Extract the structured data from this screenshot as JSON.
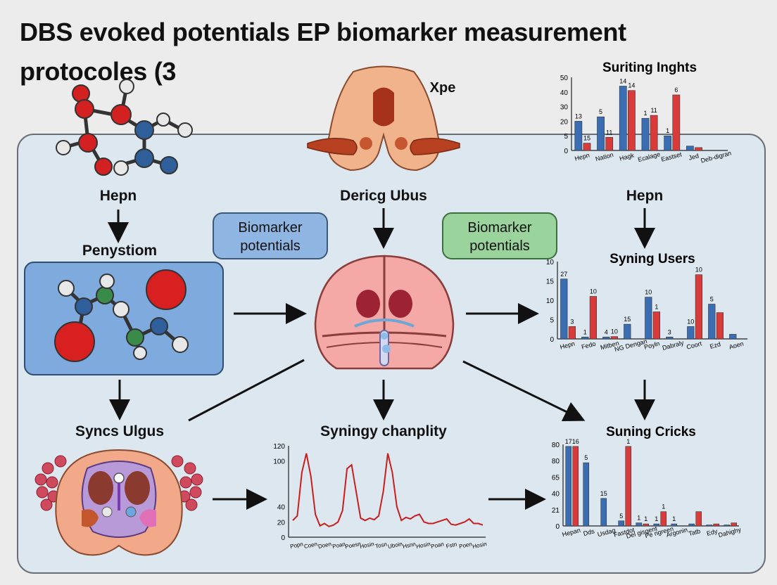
{
  "title": "DBS evoked potentials EP biomarker measurement protocoles (3",
  "labels": {
    "top_center": "Xpe",
    "hepn_left": "Hepn",
    "penystiom": "Penystiom",
    "deric_ubus": "Dericg Ubus",
    "hepn_right": "Hepn",
    "syncs_ulgus": "Syncs Ulgus",
    "syningy": "Syningy chanplity"
  },
  "pills": {
    "blue": {
      "line1": "Biomarker",
      "line2": "potentials",
      "color": "#8fb6e2"
    },
    "green": {
      "line1": "Biomarker",
      "line2": "potentials",
      "color": "#9ad39c"
    }
  },
  "colors": {
    "blue": "#3b6db3",
    "red": "#d93a3a",
    "line": "#c81e1e"
  },
  "chart_data": [
    {
      "type": "bar",
      "title": "Suriting Inghts",
      "ylim": [
        0,
        50
      ],
      "yticks": [
        0,
        5,
        20,
        30,
        40,
        50
      ],
      "categories": [
        "Hepn",
        "Nation",
        "Hagk",
        "Ecalage",
        "Eastset",
        "Jed",
        "Deb-digran"
      ],
      "series": [
        {
          "values": [
            20,
            23,
            44,
            22,
            10,
            3,
            0
          ],
          "color": "#3b6db3"
        },
        {
          "values": [
            5,
            9,
            41,
            24,
            38,
            2,
            0
          ],
          "color": "#d93a3a"
        }
      ],
      "bar_labels": [
        "13",
        "15",
        "5",
        "11",
        "14",
        "14",
        "1",
        "11",
        "1",
        "6"
      ]
    },
    {
      "type": "bar",
      "title": "Syning Users",
      "ylim": [
        0,
        20
      ],
      "yticks": [
        0,
        5,
        10,
        15,
        10
      ],
      "categories": [
        "Hepn",
        "Fedo",
        "Mitben",
        "NG Dengan",
        "Poyln",
        "Dabraly",
        "Coort",
        "Ezd",
        "Aoen"
      ],
      "series": [
        {
          "values": [
            15.5,
            0.5,
            0.5,
            3.8,
            10.8,
            0.5,
            3.2,
            9,
            1.2
          ],
          "color": "#3b6db3"
        },
        {
          "values": [
            3.2,
            11,
            0.6,
            0,
            7,
            0,
            16.6,
            6.8,
            0
          ],
          "color": "#d93a3a"
        }
      ],
      "bar_labels": [
        "27",
        "3",
        "1",
        "10",
        "4",
        "10",
        "15",
        "10",
        "1",
        "3",
        "10",
        "10",
        "5"
      ]
    },
    {
      "type": "line",
      "title": "",
      "ylim": [
        0,
        120
      ],
      "yticks": [
        0,
        20,
        40,
        100,
        120
      ],
      "ytick_labels": [
        "0",
        "20",
        "40",
        "100",
        "120"
      ],
      "xticks": [
        "Popn",
        "Coen",
        "Doen",
        "Poan",
        "Poesn",
        "Hosin",
        "Tosn",
        "Uboin",
        "Hsnn",
        "Hosin",
        "Poan",
        "Fstn",
        "Poen",
        "Hosin"
      ],
      "y": [
        22,
        28,
        85,
        110,
        80,
        30,
        15,
        18,
        14,
        16,
        20,
        35,
        90,
        95,
        60,
        25,
        22,
        25,
        23,
        28,
        60,
        110,
        85,
        40,
        22,
        26,
        24,
        28,
        30,
        20,
        18,
        18,
        20,
        22,
        24,
        17,
        16,
        18,
        20,
        24,
        18,
        18,
        16
      ]
    },
    {
      "type": "bar",
      "title": "Suning Cricks",
      "ylim": [
        0,
        80
      ],
      "yticks": [
        0,
        21,
        40,
        65,
        80,
        80
      ],
      "categories": [
        "Hepan",
        "Dds",
        "Usdag",
        "Fastdot",
        "Del gisgent",
        "Pe ngreen",
        "Argonin",
        "Tatb",
        "Edy",
        "Dahighy"
      ],
      "series": [
        {
          "values": [
            78,
            62,
            27,
            5,
            3,
            2,
            2,
            2,
            1,
            1
          ],
          "color": "#3b6db3"
        },
        {
          "values": [
            78,
            0,
            0,
            78,
            2,
            14,
            0,
            14,
            2,
            3
          ],
          "color": "#d93a3a"
        }
      ],
      "bar_labels": [
        "17",
        "16",
        "5",
        "15",
        "5",
        "1",
        "1",
        "1",
        "1",
        "1",
        "1"
      ]
    }
  ]
}
